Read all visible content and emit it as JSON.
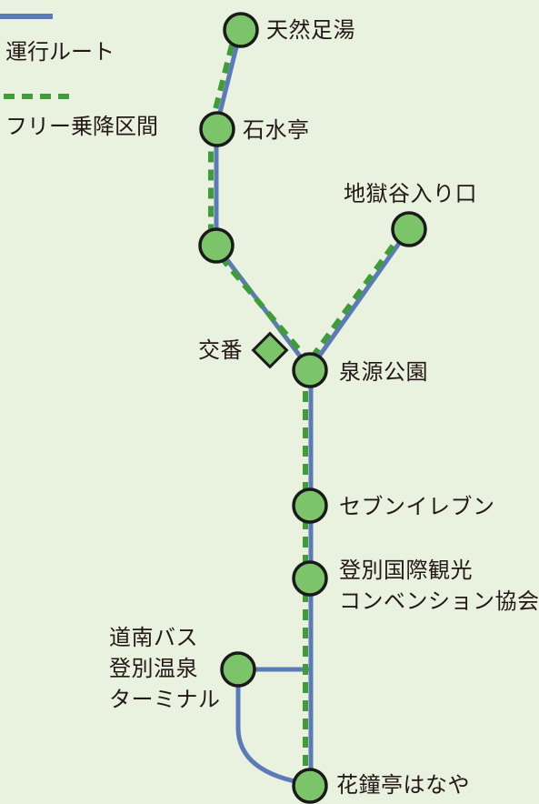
{
  "legend": {
    "route_label": "運行ルート",
    "free_label": "フリー乗降区間"
  },
  "colors": {
    "background": "#e9f1df",
    "route": "#5b7bb8",
    "free_section": "#3f9c36",
    "stop_fill": "#7cc46a",
    "stop_stroke": "#1a1a1a",
    "text": "#231815"
  },
  "stops": {
    "tennen_ashiyu": "天然足湯",
    "sekisuitei": "石水亭",
    "jigokudani": "地獄谷入り口",
    "senngen_koen": "泉源公園",
    "seven_eleven": "セブンイレブン",
    "kyokai_line1": "登別国際観光",
    "kyokai_line2": "コンベンション協会",
    "terminal_line1": "道南バス",
    "terminal_line2": "登別温泉",
    "terminal_line3": "ターミナル",
    "hanagane": "花鐘亭はなや"
  },
  "landmarks": {
    "koban": "交番"
  }
}
